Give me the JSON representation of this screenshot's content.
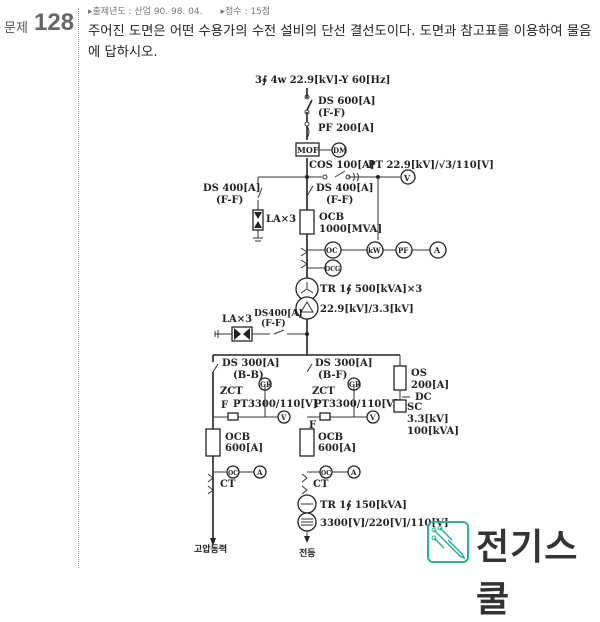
{
  "header": {
    "label": "문제",
    "number": "128",
    "meta_year": "▸출제년도 : 산업 90. 98. 04.",
    "meta_score": "▸점수 : 15점"
  },
  "question": "주어진 도면은 어떤 수용가의 수전 설비의 단선 결선도이다. 도면과 참고표를 이용하여 물음에 답하시오.",
  "diagram": {
    "supply": "3∮ 4w 22.9[kV]-Y 60[Hz]",
    "ds600": "DS 600[A]",
    "ds600_ff": "(F-F)",
    "pf200": "PF 200[A]",
    "mof": "MOF",
    "dm": "DM",
    "cos": "COS 100[A]",
    "pt_main": "PT 22.9[kV]/√3/110[V]",
    "v": "V",
    "ds400_left": "DS 400[A]",
    "ds400_left_ff": "(F-F)",
    "la_top": "LA×3",
    "ds400_right": "DS 400[A]",
    "ds400_right_ff": "(F-F)",
    "ocb_main": "OCB",
    "ocb_main_rating": "1000[MVA]",
    "oc": "OC",
    "kw": "kW",
    "pf": "PF",
    "a": "A",
    "ocg": "OCG",
    "tr_main": "TR 1∮ 500[kVA]×3",
    "tr_main_ratio": "22.9[kV]/3.3[kV]",
    "la_mid": "LA×3",
    "ds400_mid": "DS400[A]",
    "ds400_mid_ff": "(F-F)",
    "ds300_left": "DS 300[A]",
    "ds300_left_bb": "(B-B)",
    "ds300_mid": "DS 300[A]",
    "ds300_mid_bf": "(B-F)",
    "zct": "ZCT",
    "gr": "GR",
    "f": "F",
    "pt_feeder": "PT3300/110[V]",
    "os": "OS",
    "os_rating": "200[A]",
    "dc": "DC",
    "sc": "SC",
    "sc_kv": "3.3[kV]",
    "sc_kva": "100[kVA]",
    "ocb_feeder": "OCB",
    "ocb_feeder_rating": "600[A]",
    "ct": "CT",
    "tr_light": "TR 1∮ 150[kVA]",
    "tr_light_ratio": "3300[V]/220[V]/110[V]",
    "load_left": "고압동력",
    "load_mid": "전등"
  },
  "watermark": {
    "text": "전기스쿨",
    "color": "#2bb39a"
  }
}
